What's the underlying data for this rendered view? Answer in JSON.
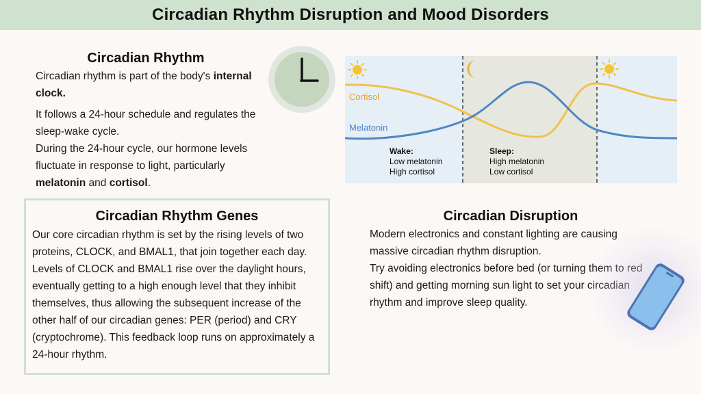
{
  "title": "Circadian Rhythm Disruption and Mood Disorders",
  "circadian_rhythm": {
    "heading": "Circadian Rhythm",
    "line1_text": "Circadian rhythm is part of the body's",
    "line1_bold": "internal clock.",
    "para2": "It follows a 24-hour schedule and regulates the sleep-wake cycle.",
    "para3_text": "During the 24-hour cycle, our hormone levels fluctuate in response to light, particularly",
    "para3_bold1": "melatonin",
    "para3_and": "and",
    "para3_bold2": "cortisol",
    "para3_end": "."
  },
  "diagram": {
    "cortisol_label": "Cortisol",
    "melatonin_label": "Melatonin",
    "wake_title": "Wake:",
    "wake_line1": "Low melatonin",
    "wake_line2": "High cortisol",
    "sleep_title": "Sleep:",
    "sleep_line1": "High melatonin",
    "sleep_line2": "Low cortisol",
    "colors": {
      "cortisol": "#f0c24b",
      "melatonin": "#4f86c6",
      "day_bg": "#e6eef6",
      "night_bg": "#e6e8e0",
      "sun": "#f3c531",
      "moon": "#f0b64a"
    },
    "icons": [
      "sun-icon",
      "moon-icon",
      "sun-icon"
    ]
  },
  "genes": {
    "heading": "Circadian Rhythm Genes",
    "text": "Our core circadian rhythm is set by the rising levels of two proteins, CLOCK, and BMAL1, that join together each day. Levels of CLOCK and BMAL1 rise over the daylight hours, eventually getting to a high enough level that they inhibit themselves, thus allowing the subsequent increase of the other half of our circadian genes: PER (period) and CRY (cryptochrome). This feedback loop runs on approximately a 24-hour rhythm."
  },
  "disruption": {
    "heading": "Circadian Disruption",
    "para1": "Modern electronics and constant lighting are causing massive circadian rhythm disruption.",
    "para2": "Try avoiding electronics before bed (or turning them to red shift) and getting morning sun light to set your circadian rhythm and improve sleep quality."
  },
  "icons": {
    "clock": "clock-icon",
    "phone": "smartphone-icon"
  },
  "theme": {
    "title_bar": "#cfe1cf",
    "background": "#fcf8f6",
    "box_border": "#cfe1cf"
  }
}
